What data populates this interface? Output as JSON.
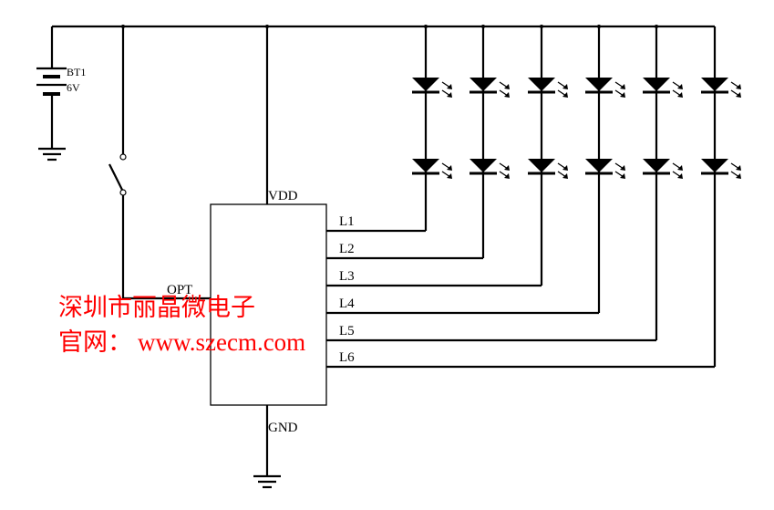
{
  "diagram": {
    "title": "LED driver schematic",
    "battery": {
      "ref": "BT1",
      "value": "6V"
    },
    "chip": {
      "pins": {
        "vdd": "VDD",
        "gnd": "GND",
        "opt": "OPT",
        "outputs": [
          "L1",
          "L2",
          "L3",
          "L4",
          "L5",
          "L6"
        ]
      }
    },
    "led_columns": 6,
    "leds_per_column": 2,
    "switch": "SPST",
    "watermark": {
      "company": "深圳市丽晶微电子",
      "site_label": "官网：",
      "url": "www.szecm.com",
      "color": "#ff0000"
    }
  }
}
